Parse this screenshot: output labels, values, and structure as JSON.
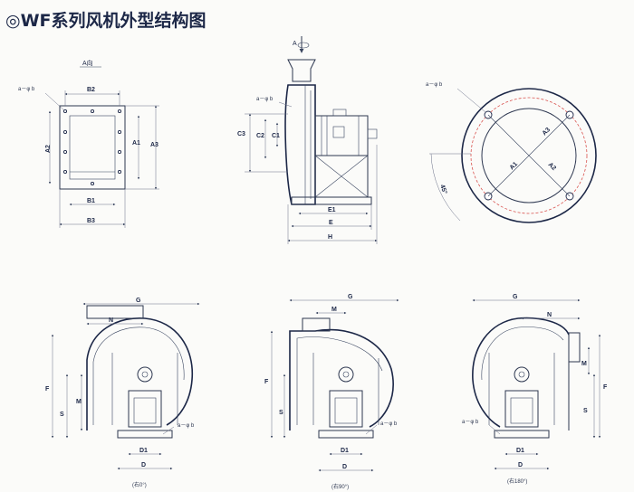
{
  "title": "◎WF系列风机外型结构图",
  "views": {
    "a_view": {
      "heading": "A向",
      "hole_note": "a－φ b",
      "labels": {
        "b2": "B2",
        "b1": "B1",
        "b3": "B3",
        "a2": "A2",
        "a1": "A1",
        "a3": "A3"
      }
    },
    "side_view": {
      "arrow_label": "A",
      "hole_note": "a－φ b",
      "labels": {
        "c3": "C3",
        "c2": "C2",
        "c1": "C1",
        "e1": "E1",
        "e": "E",
        "h": "H"
      }
    },
    "flange_view": {
      "hole_note": "a－φ b",
      "labels": {
        "a3": "A3",
        "a1": "A1",
        "a2": "A2",
        "angle": "45°"
      }
    },
    "rot_0": {
      "caption": "(右0°)",
      "hole_note": "a－φ b",
      "labels": {
        "g": "G",
        "n": "N",
        "f": "F",
        "m": "M",
        "s": "S",
        "d1": "D1",
        "d": "D"
      }
    },
    "rot_90": {
      "caption": "(右90°)",
      "hole_note": "a－φ b",
      "labels": {
        "g": "G",
        "m": "M",
        "f": "F",
        "s": "S",
        "d1": "D1",
        "d": "D"
      }
    },
    "rot_180": {
      "caption": "(右180°)",
      "hole_note": "a－φ b",
      "labels": {
        "g": "G",
        "n": "N",
        "f": "F",
        "m": "M",
        "s": "S",
        "d1": "D1",
        "d": "D"
      }
    }
  },
  "colors": {
    "line": "#2d3750",
    "dashed_circle": "#d9534f"
  }
}
